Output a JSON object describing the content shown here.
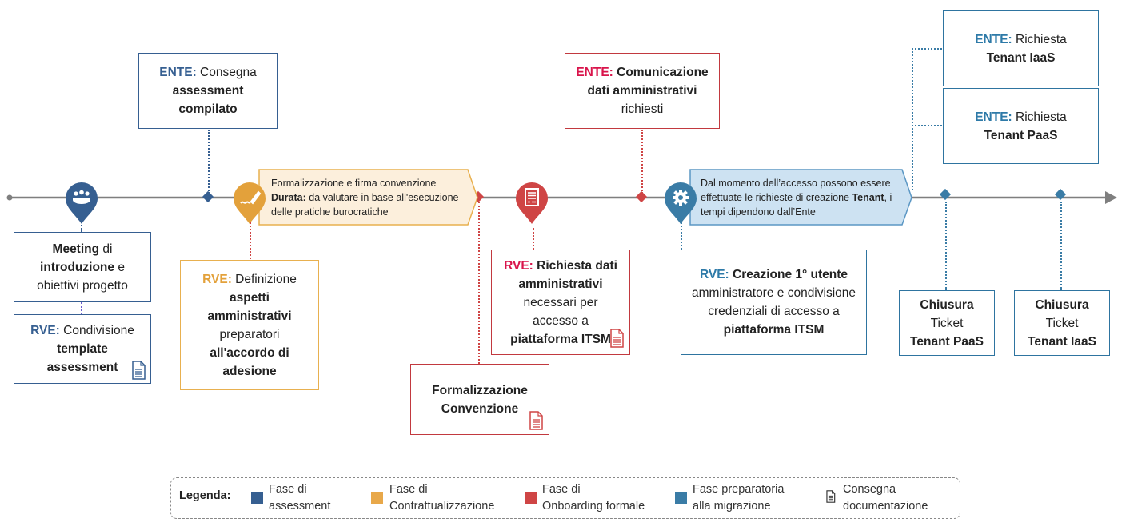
{
  "colors": {
    "assessment": "#365f91",
    "contrattualizzazione": "#e8a84a",
    "onboarding": "#cf4545",
    "migrazione": "#3a7ca6",
    "timeline": "#7f7f7f"
  },
  "timeline": {
    "milestones": [
      {
        "phase": "assessment",
        "icon": "meeting-people-icon"
      },
      {
        "phase": "contrattualizzazione",
        "icon": "signature-pen-icon"
      },
      {
        "phase": "onboarding",
        "icon": "document-form-icon"
      },
      {
        "phase": "migrazione",
        "icon": "gear-icon"
      }
    ]
  },
  "boxes": {
    "meeting": {
      "b1": "Meeting",
      "t1": " di ",
      "b2": "introduzione",
      "t2": " e obiettivi progetto"
    },
    "rve_condivisione": {
      "label": "RVE:",
      "t1": " Condivisione ",
      "b1": "template assessment"
    },
    "ente_consegna": {
      "label": "ENTE:",
      "t1": " Consegna ",
      "b1": "assessment compilato"
    },
    "rve_definizione": {
      "label": "RVE:",
      "t1": " Definizione ",
      "b1": "aspetti amministrativi",
      "t2": " preparatori ",
      "b2": "all'accordo di adesione"
    },
    "formalizzazione_banner": {
      "line1": "Formalizzazione e firma convenzione",
      "bold": "Durata:",
      "line2": " da valutare in base all'esecuzione delle pratiche burocratiche"
    },
    "formalizzazione_convenzione": {
      "b1": "Formalizzazione Convenzione"
    },
    "rve_richiesta_dati": {
      "label": "RVE:",
      "b1": " Richiesta dati amministrativi",
      "t1": " necessari per accesso a ",
      "b2": "piattaforma ITSM"
    },
    "ente_comunicazione": {
      "label": "ENTE:",
      "b1": " Comunicazione dati amministrativi",
      "t1": " richiesti"
    },
    "tenant_banner": {
      "t1": "Dal momento dell’accesso possono essere effettuate le richieste di creazione ",
      "bold": "Tenant",
      "t2": ", i tempi dipendono dall’Ente"
    },
    "rve_creazione": {
      "label": "RVE:",
      "b1": " Creazione 1° utente",
      "t1": " amministratore e condivisione credenziali di accesso a ",
      "b2": "piattaforma ITSM"
    },
    "ente_iaas": {
      "label": "ENTE:",
      "t1": " Richiesta",
      "b1": "Tenant IaaS"
    },
    "ente_paas": {
      "label": "ENTE:",
      "t1": " Richiesta",
      "b1": "Tenant PaaS"
    },
    "chiusura_paas": {
      "b1": "Chiusura",
      "t1": "Ticket",
      "b2": "Tenant PaaS"
    },
    "chiusura_iaas": {
      "b1": "Chiusura",
      "t1": "Ticket",
      "b2": "Tenant IaaS"
    }
  },
  "legend": {
    "title": "Legenda:",
    "items": [
      {
        "l1": "Fase di",
        "l2": "assessment",
        "color": "#365f91"
      },
      {
        "l1": "Fase di",
        "l2": "Contrattualizzazione",
        "color": "#e8a84a"
      },
      {
        "l1": "Fase di",
        "l2": "Onboarding formale",
        "color": "#cf4545"
      },
      {
        "l1": "Fase preparatoria",
        "l2": "alla migrazione",
        "color": "#3a7ca6"
      },
      {
        "l1": "Consegna",
        "l2": "documentazione",
        "icon": "document-icon"
      }
    ]
  }
}
